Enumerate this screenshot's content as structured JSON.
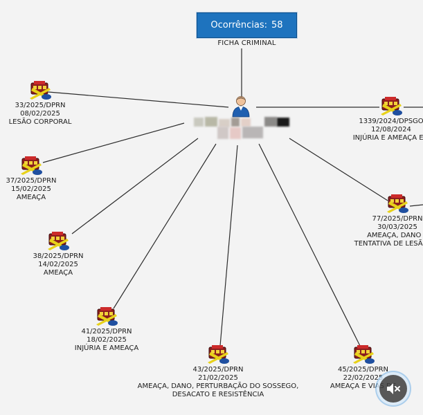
{
  "header": {
    "title": "Ocorrências:",
    "count": "58",
    "subtitle": "FICHA CRIMINAL"
  },
  "person": {
    "icon": "person-icon",
    "name_redacted": true
  },
  "occurrences": [
    {
      "id": "33/2025/DPRN",
      "date": "08/02/2025",
      "type": "LESÃO CORPORAL"
    },
    {
      "id": "37/2025/DPRN",
      "date": "15/02/2025",
      "type": "AMEAÇA"
    },
    {
      "id": "38/2025/DPRN",
      "date": "14/02/2025",
      "type": "AMEAÇA"
    },
    {
      "id": "41/2025/DPRN",
      "date": "18/02/2025",
      "type": "INJÚRIA E AMEAÇA"
    },
    {
      "id": "43/2025/DPRN",
      "date": "21/02/2025",
      "type": "AMEAÇA, DANO, PERTURBAÇÃO DO SOSSEGO,",
      "type2": "DESACATO E RESISTÊNCIA"
    },
    {
      "id": "45/2025/DPRN",
      "date": "22/02/2025",
      "type": "AMEAÇA E VIAS DE"
    },
    {
      "id": "77/2025/DPRN",
      "date": "30/03/2025",
      "type": "AMEAÇA, DANO E",
      "type2": "TENTATIVA DE LESÃO CO"
    },
    {
      "id": "1339/2024/DPSGO",
      "date": "12/08/2024",
      "type": "INJÚRIA E AMEAÇA EM"
    }
  ],
  "controls": {
    "mute_icon": "speaker-muted-icon"
  },
  "colors": {
    "header_bg": "#1e73be",
    "edge": "#2b2b2b",
    "background": "#f3f3f3"
  }
}
